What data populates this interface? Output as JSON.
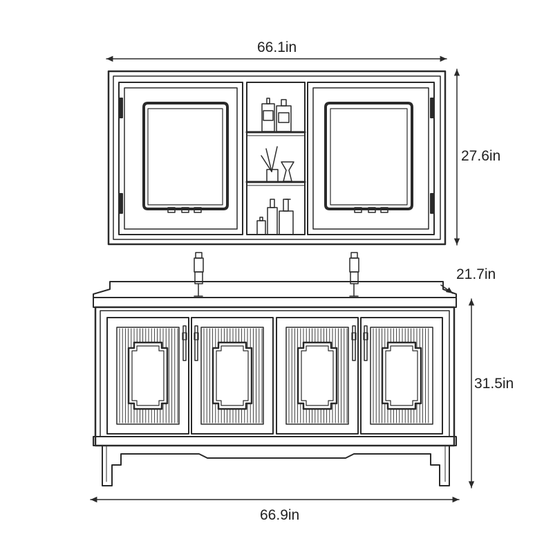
{
  "dimensions": {
    "cabinet_width": "66.1in",
    "cabinet_height": "27.6in",
    "vanity_depth": "21.7in",
    "vanity_height": "31.5in",
    "vanity_width": "66.9in"
  },
  "colors": {
    "line": "#2a2a2a",
    "background": "#ffffff"
  }
}
